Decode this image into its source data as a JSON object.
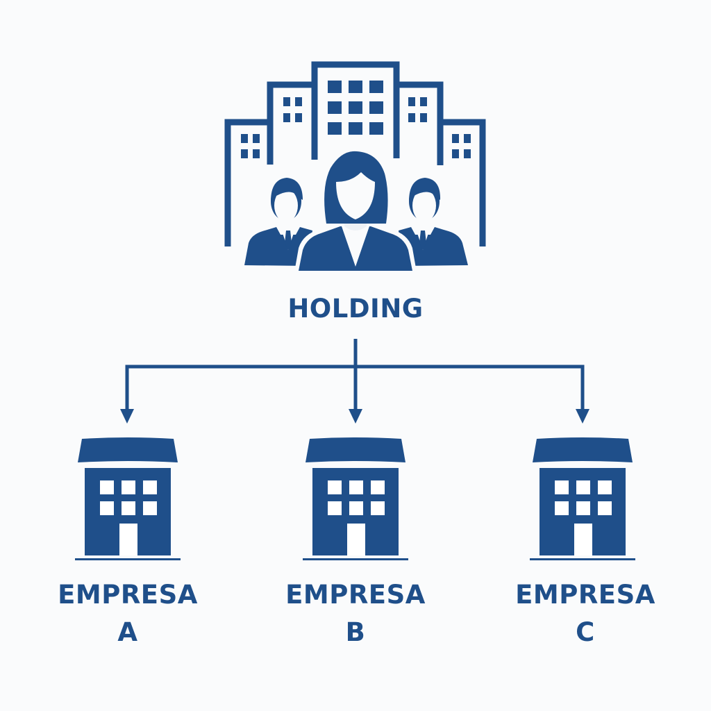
{
  "colors": {
    "primary": "#1f4f8a",
    "background": "#fafbfc",
    "window": "#ffffff"
  },
  "holding": {
    "label": "HOLDING",
    "icon": "buildings-with-people-icon"
  },
  "connector": {
    "icon": "tree-arrows-icon"
  },
  "companies": [
    {
      "name": "EMPRESA",
      "letter": "A",
      "icon": "office-building-icon"
    },
    {
      "name": "EMPRESA",
      "letter": "B",
      "icon": "office-building-icon"
    },
    {
      "name": "EMPRESA",
      "letter": "C",
      "icon": "office-building-icon"
    }
  ]
}
